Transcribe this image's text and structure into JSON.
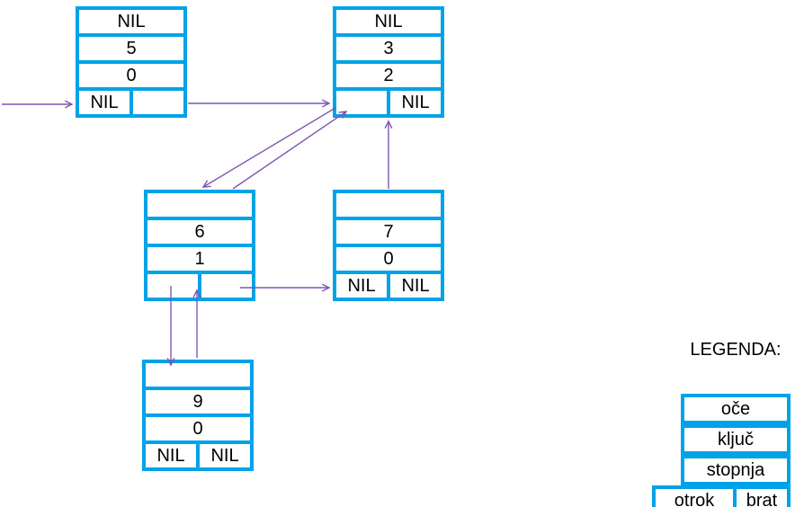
{
  "diagram": {
    "type": "linked-structure-diagram",
    "colors": {
      "box_border": "#00A2E8",
      "arrow": "#7E57B5",
      "text": "#000000",
      "background": "#FFFFFF"
    },
    "nodes": [
      {
        "id": "node-5",
        "father": "NIL",
        "key": "5",
        "degree": "0",
        "child": "NIL",
        "brother": ""
      },
      {
        "id": "node-3",
        "father": "NIL",
        "key": "3",
        "degree": "2",
        "child": "",
        "brother": "NIL"
      },
      {
        "id": "node-6",
        "father": "",
        "key": "6",
        "degree": "1",
        "child": "",
        "brother": ""
      },
      {
        "id": "node-7",
        "father": "",
        "key": "7",
        "degree": "0",
        "child": "NIL",
        "brother": "NIL"
      },
      {
        "id": "node-9",
        "father": "",
        "key": "9",
        "degree": "0",
        "child": "NIL",
        "brother": "NIL"
      }
    ],
    "arrows": [
      {
        "name": "root-pointer-arrow",
        "from": "left-edge",
        "to": "node-5.child-cell"
      },
      {
        "name": "node5-brother-arrow",
        "from": "node-5.brother",
        "to": "node-3.child-cell"
      },
      {
        "name": "node3-child-arrow",
        "from": "node-3.child",
        "to": "node-6.top"
      },
      {
        "name": "node6-father-arrow",
        "from": "node-6.father",
        "to": "node-3.child-cell"
      },
      {
        "name": "node7-father-arrow",
        "from": "node-7.father",
        "to": "node-3.bottom"
      },
      {
        "name": "node6-brother-arrow",
        "from": "node-6.brother",
        "to": "node-7.child-cell"
      },
      {
        "name": "node6-child-arrow",
        "from": "node-6.child",
        "to": "node-9.top"
      },
      {
        "name": "node9-father-arrow",
        "from": "node-9.father",
        "to": "node-6.child-cell"
      }
    ],
    "legend": {
      "title": "LEGENDA:",
      "father_label": "oče",
      "key_label": "ključ",
      "degree_label": "stopnja",
      "child_label": "otrok",
      "brother_label": "brat"
    }
  }
}
